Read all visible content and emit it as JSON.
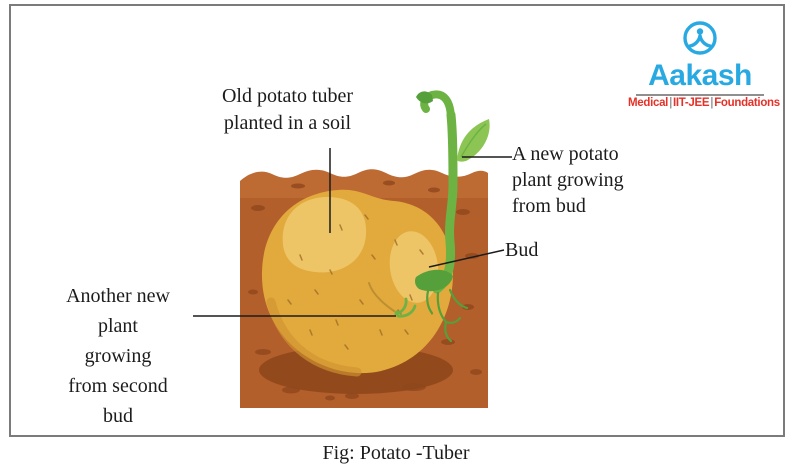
{
  "figure": {
    "caption": "Fig: Potato -Tuber"
  },
  "labels": {
    "old_tuber": {
      "lines": [
        "Old potato tuber",
        "planted in a soil"
      ]
    },
    "new_plant": {
      "lines": [
        "A new potato",
        "plant growing",
        "from bud"
      ]
    },
    "bud": {
      "text": "Bud"
    },
    "another_plant": {
      "lines": [
        "Another new",
        "plant",
        "growing",
        "from second",
        "bud"
      ]
    }
  },
  "logo": {
    "brand": "Aakash",
    "separator": "|",
    "tagline_segments": [
      "Medical",
      "IIT-JEE",
      "Foundations"
    ]
  },
  "colors": {
    "brand_blue": "#29a9e1",
    "tagline_red": "#e53128",
    "frame_gray": "#7b7b7b",
    "soil_brown": "#b35f2b",
    "soil_top_band": "#bd6a33",
    "soil_spot": "#93491e",
    "soil_shadow": "#8e481c",
    "potato_gold": "#e2a93c",
    "potato_highlight": "#edc566",
    "potato_rim": "#d0942f",
    "stem_green": "#6cb344",
    "bud_green": "#55a03b",
    "leaf_green": "#8cc553",
    "leader_line": "#1c1c1c"
  }
}
